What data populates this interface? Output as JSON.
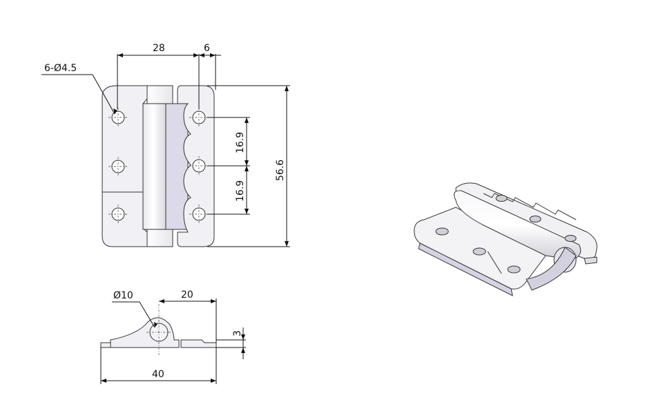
{
  "dimensions": {
    "hinge_width_leaf": "28",
    "knuckle_offset": "6",
    "hole_spec": "6-Ø4.5",
    "hole_pitch_upper": "16.9",
    "hole_pitch_lower": "16.9",
    "overall_height": "56.6",
    "knuckle_diameter": "Ø10",
    "half_width": "20",
    "leaf_thickness": "3",
    "overall_width": "40"
  },
  "colors": {
    "line": "#111111",
    "fill_light": "#f2f2f5",
    "fill_lavender": "#d9d6e6",
    "fill_pin": "#fafafa"
  }
}
